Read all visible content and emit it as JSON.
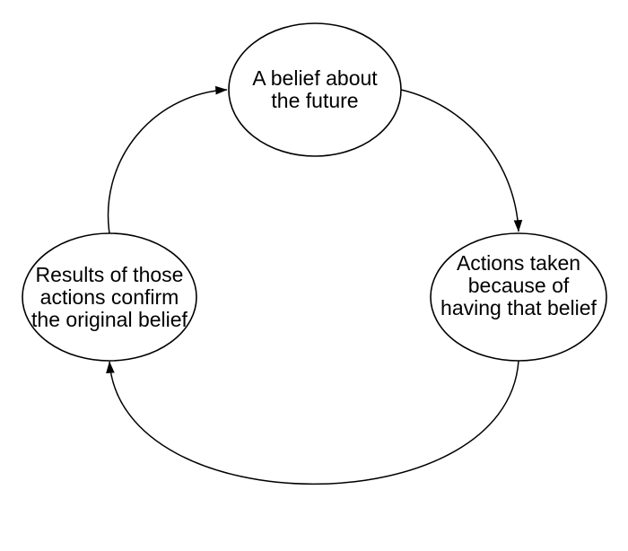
{
  "diagram": {
    "type": "cycle-diagram",
    "background_color": "#ffffff",
    "line_color": "#000000",
    "text_color": "#000000",
    "nodes": [
      {
        "id": "belief",
        "shape": "ellipse",
        "label": "A belief about\nthe future"
      },
      {
        "id": "actions",
        "shape": "ellipse",
        "label": "Actions taken\nbecause of\nhaving that belief"
      },
      {
        "id": "results",
        "shape": "ellipse",
        "label": "Results of those\nactions confirm\nthe original belief"
      }
    ],
    "edges": [
      {
        "from": "belief",
        "to": "actions",
        "style": "curved-arrow"
      },
      {
        "from": "actions",
        "to": "results",
        "style": "curved-arrow"
      },
      {
        "from": "results",
        "to": "belief",
        "style": "curved-arrow"
      }
    ]
  }
}
